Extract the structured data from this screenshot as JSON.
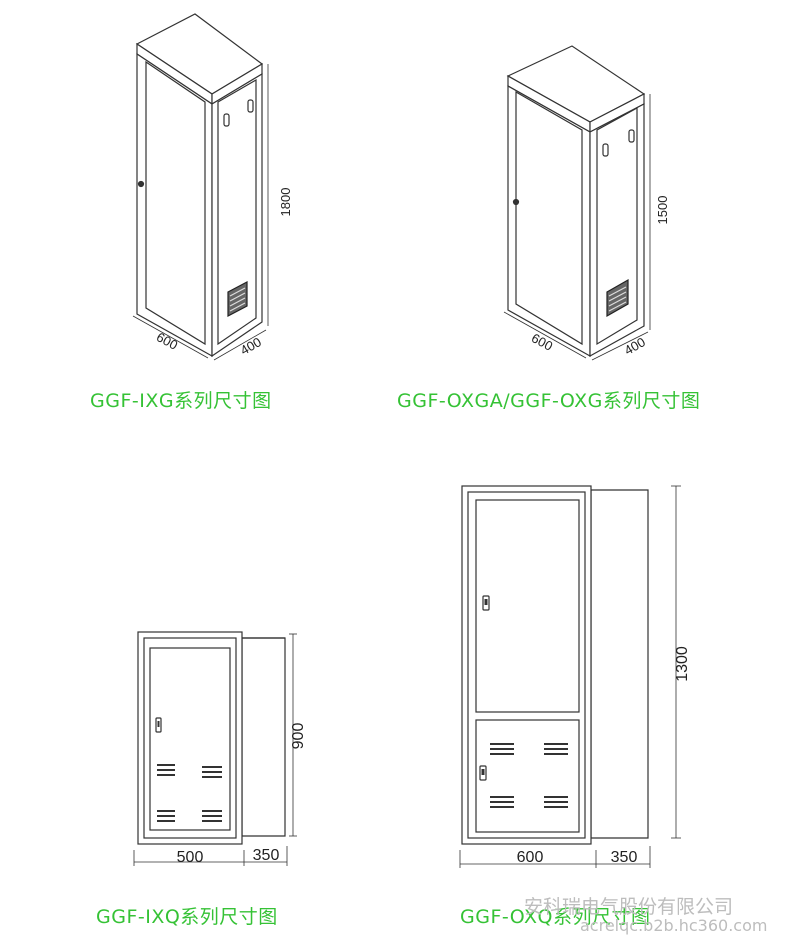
{
  "figures": [
    {
      "caption": "GGF-IXG系列尺寸图",
      "height": "1800",
      "width": "600",
      "depth": "400"
    },
    {
      "caption": "GGF-OXGA/GGF-OXG系列尺寸图",
      "height": "1500",
      "width": "600",
      "depth": "400"
    },
    {
      "caption": "GGF-IXQ系列尺寸图",
      "height": "900",
      "width": "500",
      "depth": "350"
    },
    {
      "caption": "GGF-OXQ系列尺寸图",
      "height": "1300",
      "width": "600",
      "depth": "350"
    }
  ],
  "watermark": {
    "company": "安科瑞电气股份有限公司",
    "url": "acrelqc.b2b.hc360.com"
  }
}
